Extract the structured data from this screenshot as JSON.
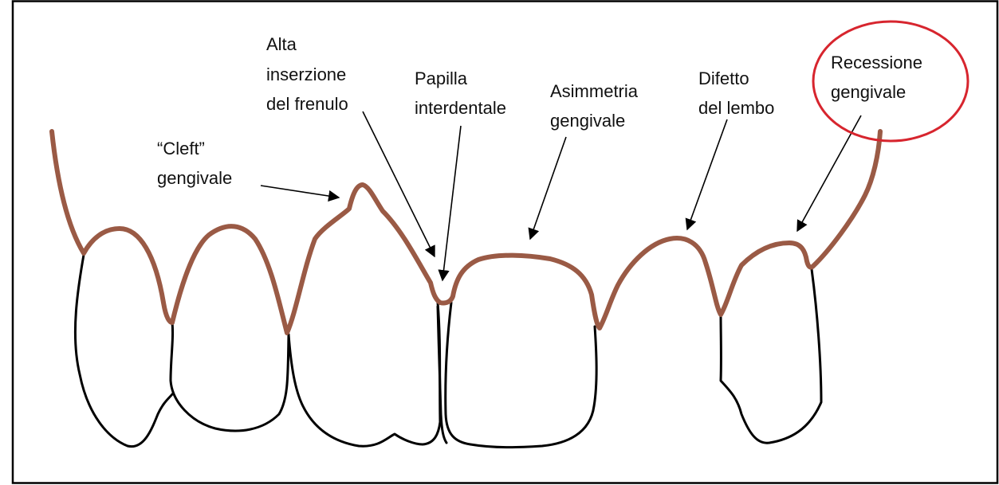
{
  "labels": {
    "cleft": [
      "“Cleft”",
      "gengivale"
    ],
    "frenulo": [
      "Alta",
      "inserzione",
      "del frenulo"
    ],
    "papilla": [
      "Papilla",
      "interdentale"
    ],
    "asimmetria": [
      "Asimmetria",
      "gengivale"
    ],
    "difetto": [
      "Difetto",
      "del lembo"
    ],
    "recessione": [
      "Recessione",
      "gengivale"
    ]
  },
  "colors": {
    "gum_line": "#9a5a45",
    "tooth_outline": "#000000",
    "highlight_circle": "#d7252e",
    "border": "#000000"
  }
}
